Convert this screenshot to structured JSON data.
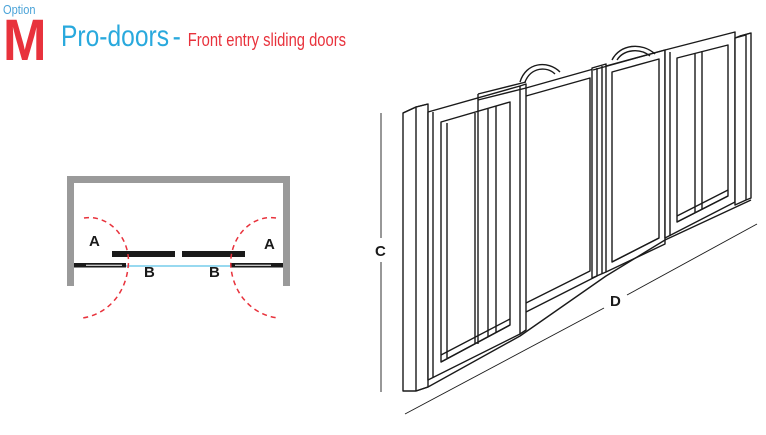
{
  "header": {
    "option_word": "Option",
    "option_letter": "M",
    "title": "Pro-doors",
    "separator": "-",
    "subtitle": "Front entry sliding doors"
  },
  "plan_diagram": {
    "label_a_left": "A",
    "label_a_right": "A",
    "label_b_left": "B",
    "label_b_right": "B"
  },
  "elevation_diagram": {
    "label_height": "C",
    "label_width": "D"
  },
  "colors": {
    "blue": "#29a9dd",
    "red": "#e8323c",
    "wall_grey": "#9a9a9a",
    "line": "#1a1a1a"
  }
}
